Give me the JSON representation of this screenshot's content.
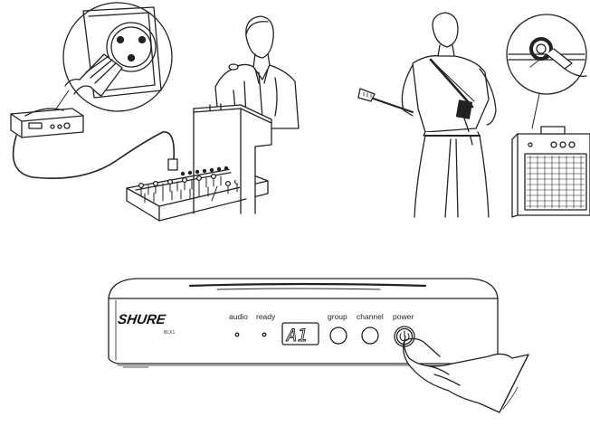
{
  "receiver": {
    "brand": "SHURE",
    "model": "BLX1",
    "labels": {
      "audio": "audio",
      "ready": "ready",
      "group": "group",
      "channel": "channel",
      "power": "power"
    },
    "display_value": "A1"
  },
  "icons": {
    "power_symbol": "power-icon",
    "xlr_connector": "xlr-connector-icon",
    "quarter_inch_jack": "quarter-inch-jack-icon"
  },
  "colors": {
    "line": "#222222",
    "background": "#ffffff"
  }
}
